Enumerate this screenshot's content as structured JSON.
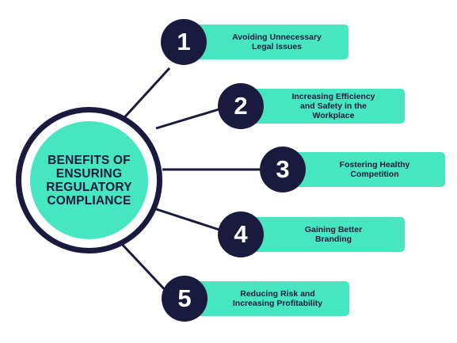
{
  "hub": {
    "title": "BENEFITS OF\nENSURING\nREGULATORY\nCOMPLIANCE"
  },
  "items": [
    {
      "number": "1",
      "label": "Avoiding Unnecessary\nLegal Issues"
    },
    {
      "number": "2",
      "label": "Increasing Efficiency\nand Safety in the\nWorkplace"
    },
    {
      "number": "3",
      "label": "Fostering Healthy\nCompetition"
    },
    {
      "number": "4",
      "label": "Gaining Better\nBranding"
    },
    {
      "number": "5",
      "label": "Reducing Risk and\nIncreasing Profitability"
    }
  ],
  "colors": {
    "navy": "#1a1a3e",
    "teal": "#46e6c1",
    "background": "#ffffff"
  }
}
